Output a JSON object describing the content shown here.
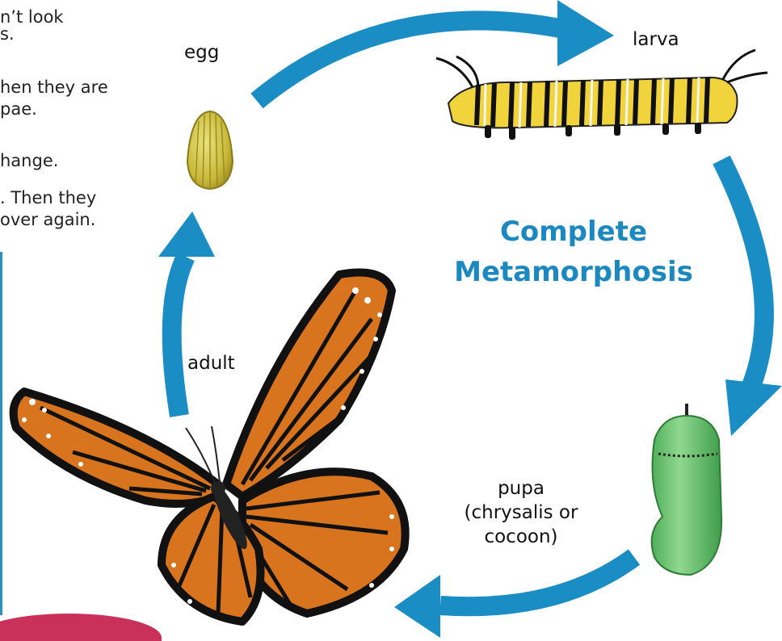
{
  "left_text": {
    "lines": [
      "n’t look",
      "s.",
      "hen they are",
      "pae.",
      "hange.",
      ". Then they",
      "over again."
    ]
  },
  "diagram": {
    "title_line1": "Complete",
    "title_line2": "Metamorphosis",
    "stages": {
      "egg": "egg",
      "larva": "larva",
      "pupa_line1": "pupa",
      "pupa_line2": "(chrysalis or",
      "pupa_line3": "cocoon)",
      "adult": "adult"
    }
  },
  "colors": {
    "arrow": "#1a8dc4",
    "title": "#1b88bf",
    "panel_border": "#2a8fc1",
    "accent_pink": "#c9315a"
  }
}
